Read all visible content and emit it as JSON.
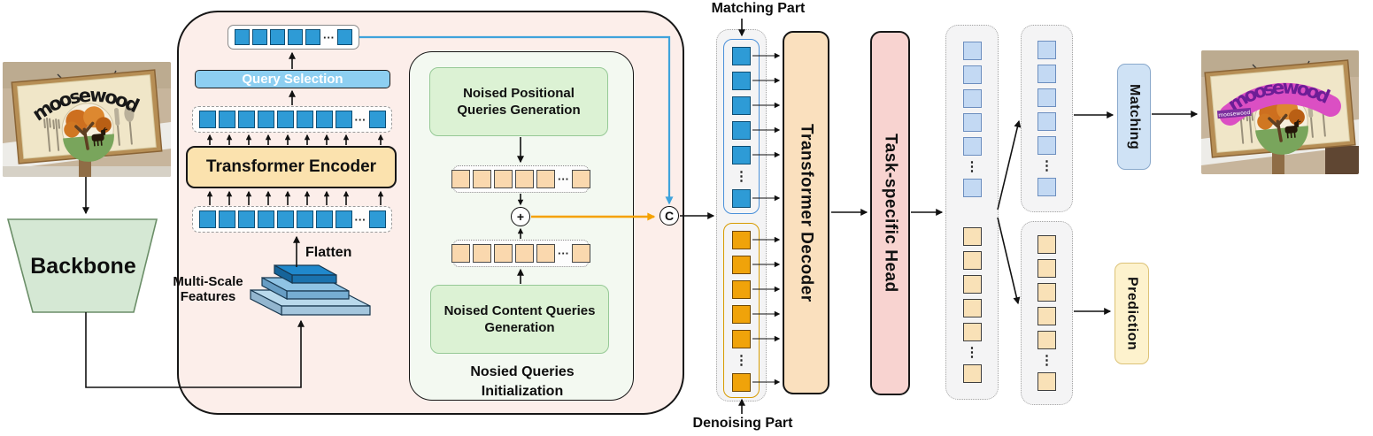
{
  "pipeline": {
    "backbone_label": "Backbone",
    "flatten_label": "Flatten",
    "multi_scale_label": "Multi-Scale Features",
    "query_selection_label": "Query Selection",
    "transformer_encoder_label": "Transformer Encoder",
    "noised_positional_label": "Noised Positional Queries Generation",
    "noised_content_label": "Noised Content Queries Generation",
    "noised_init_label": "Nosied Queries Initialization",
    "matching_part_label": "Matching Part",
    "denoising_part_label": "Denoising Part",
    "transformer_decoder_label": "Transformer Decoder",
    "task_head_label": "Task-specific Head",
    "matching_label": "Matching",
    "prediction_label": "Prediction",
    "sign_text": "moosewood"
  },
  "operators": {
    "add": "+",
    "concat": "C"
  },
  "glyphs": {
    "hdots": "···",
    "vdots": "⋮"
  },
  "rows": {
    "selected_queries": {
      "before": 5,
      "after": 1
    },
    "encoder_out": {
      "before": 8,
      "after": 1
    },
    "encoder_in": {
      "before": 8,
      "after": 1
    },
    "pos_queries": {
      "before": 5,
      "after": 1
    },
    "content_queries": {
      "before": 5,
      "after": 1
    }
  },
  "columns": {
    "matching_queries": {
      "before": 5,
      "after": 1
    },
    "denoising_queries": {
      "before": 5,
      "after": 1
    },
    "decoder_out_matching": {
      "before": 5,
      "after": 1
    },
    "decoder_out_denoising": {
      "before": 5,
      "after": 1
    },
    "head_out_matching": {
      "before": 5,
      "after": 1
    },
    "head_out_denoising": {
      "before": 5,
      "after": 1
    }
  },
  "colors": {
    "query_blue": "#2E9BD6",
    "denoise_orange": "#F0A30A",
    "peach": "#FAD8AE",
    "light_blue": "#C3D9F3",
    "light_orange": "#F9E1B7",
    "line_blue": "#3FA3DC",
    "line_orange": "#F5A200",
    "encoder_fill": "#FBE2AE",
    "decoder_fill": "#FAE0BE",
    "head_fill": "#F8D3D0",
    "outer_fill": "#FCEEEA",
    "init_fill": "#F3F9F1",
    "green_fill": "#DCF2D4",
    "backbone_fill": "#D5E8D4",
    "qs_fill": "#8DCFF1",
    "matching_fill": "#CFE2F5",
    "prediction_fill": "#FDF2CD",
    "highlight_magenta": "#DB4FC3"
  }
}
